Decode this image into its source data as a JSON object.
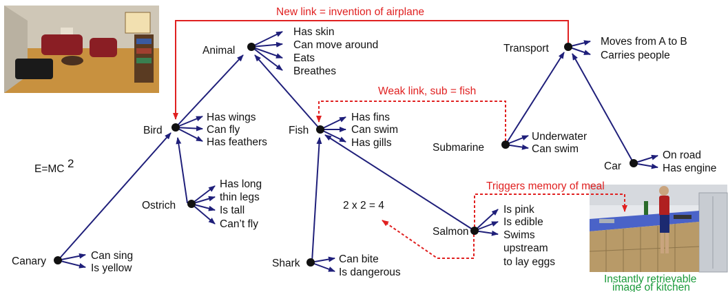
{
  "nodes": {
    "animal": {
      "name": "Animal",
      "properties": [
        "Has skin",
        "Can move around",
        "Eats",
        "Breathes"
      ]
    },
    "bird": {
      "name": "Bird",
      "properties": [
        "Has wings",
        "Can fly",
        "Has feathers"
      ]
    },
    "fish": {
      "name": "Fish",
      "properties": [
        "Has fins",
        "Can swim",
        "Has gills"
      ]
    },
    "transport": {
      "name": "Transport",
      "properties": [
        "Moves from A to B",
        "Carries people"
      ]
    },
    "submarine": {
      "name": "Submarine",
      "properties": [
        "Underwater",
        "Can swim"
      ]
    },
    "car": {
      "name": "Car",
      "properties": [
        "On road",
        "Has engine"
      ]
    },
    "ostrich": {
      "name": "Ostrich",
      "properties": [
        "Has long",
        "thin legs",
        "Is tall",
        "Can’t fly"
      ]
    },
    "canary": {
      "name": "Canary",
      "properties": [
        "Can sing",
        "Is yellow"
      ]
    },
    "shark": {
      "name": "Shark",
      "properties": [
        "Can bite",
        "Is dangerous"
      ]
    },
    "salmon": {
      "name": "Salmon",
      "properties": [
        "Is pink",
        "Is edible",
        "Swims",
        "upstream",
        "to lay eggs"
      ]
    }
  },
  "annotations": {
    "new_link": "New link = invention of airplane",
    "weak_link": "Weak link, sub =  fish",
    "triggers": "Triggers memory of meal",
    "kitchen_caption_1": "Instantly retrievable",
    "kitchen_caption_2": "image of kitchen",
    "emc2": "E=MC",
    "emc2_sup": "2",
    "math": "2 x 2 = 4"
  },
  "colors": {
    "link": "#1f1f7a",
    "highlight": "#e02020",
    "caption": "#1a9a3a"
  }
}
